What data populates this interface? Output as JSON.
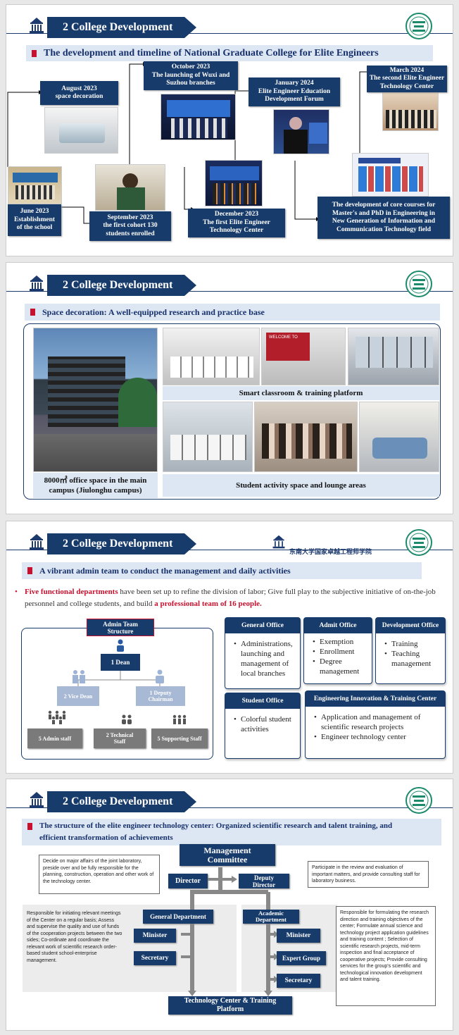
{
  "header": {
    "title": "2 College Development",
    "school_logo_text": "东南大学国家卓越工程师学院"
  },
  "slide1": {
    "subtitle": "The development and timeline of  National Graduate College for Elite Engineers",
    "milestones": [
      {
        "date": "June 2023",
        "l1": "Establishment",
        "l2": "of the school",
        "l3": ""
      },
      {
        "date": "August 2023",
        "l1": "space decoration",
        "l2": "",
        "l3": ""
      },
      {
        "date": "September 2023",
        "l1": "the first cohort 130",
        "l2": "students enrolled",
        "l3": ""
      },
      {
        "date": "October 2023",
        "l1": "The launching of Wuxi and",
        "l2": "Suzhou branches",
        "l3": ""
      },
      {
        "date": "December 2023",
        "l1": "The first Elite Engineer",
        "l2": "Technology Center",
        "l3": ""
      },
      {
        "date": "January 2024",
        "l1": "Elite Engineer Education",
        "l2": "Development Forum",
        "l3": ""
      },
      {
        "date": "March 2024",
        "l1": "The second Elite Engineer",
        "l2": "Technology Center",
        "l3": ""
      },
      {
        "date": "",
        "l1": "The development of  core courses for",
        "l2": "Master's and PhD in Engineering in",
        "l3": "New Generation of Information and",
        "l4": "Communication Technology field"
      }
    ]
  },
  "slide2": {
    "subtitle": "Space decoration: A well-equipped research and practice base",
    "main_caption_l1": "8000㎡ office space in the main",
    "main_caption_l2": "campus (Jiulonghu campus)",
    "smart_caption": "Smart classroom & training platform",
    "activity_caption": "Student activity space and lounge areas",
    "welcome_text": "WELCOME TO"
  },
  "slide3": {
    "subtitle": "A vibrant admin team to conduct the management and daily activities",
    "para_red1": "Five functional departments",
    "para_mid": " have been set up to refine the division of labor; Give full play to the subjective initiative of on-the-job personnel and college students, and build ",
    "para_red2": "a professional team of 16 people.",
    "admin_title_l1": "Admin Team",
    "admin_title_l2": "Structure",
    "dean": "1 Dean",
    "vice_dean": "2 Vice Dean",
    "deputy_l1": "1 Deputy",
    "deputy_l2": "Chairman",
    "staff_admin": "5 Admin staff",
    "staff_tech_l1": "2 Technical",
    "staff_tech_l2": "Staff",
    "staff_support": "5 Supporting Staff",
    "offices": [
      {
        "name": "General Office",
        "items": [
          "Administrations, launching and management of local branches"
        ]
      },
      {
        "name": "Admit Office",
        "items": [
          "Exemption",
          "Enrollment",
          "Degree management"
        ]
      },
      {
        "name": "Development Office",
        "items": [
          "Training",
          "Teaching management"
        ]
      },
      {
        "name": "Student Office",
        "items": [
          "Colorful student activities"
        ]
      },
      {
        "name": "Engineering Innovation & Training Center",
        "items": [
          "Application and management of scientific research projects",
          "Engineer technology center"
        ]
      }
    ]
  },
  "slide4": {
    "subtitle_l1": "The structure of the elite engineer technology center: Organized scientific research and talent training, and",
    "subtitle_l2": "efficient transformation of achievements",
    "mc_l1": "Management",
    "mc_l2": "Committee",
    "director": "Director",
    "deputy_l1": "Deputy",
    "deputy_l2": "Director",
    "general_dept": "General Department",
    "academic_l1": "Academic",
    "academic_l2": "Department",
    "minister": "Minister",
    "secretary": "Secretary",
    "expert_group": "Expert Group",
    "platform_l1": "Technology Center & Training",
    "platform_l2": "Platform",
    "desc_mc": "Decide on major affairs of the joint laboratory, preside over and be fully responsible for the planning, construction, operation and other work of the technology center.",
    "desc_deputy": "Participate in the review and evaluation of important matters, and provide consulting staff for laboratory business.",
    "desc_general": "Responsible for initiating relevant meetings of the Center on a regular basis; Assess and supervise the quality and use of funds of the cooperation projects between the two sides; Co-ordinate and coordinate the relevant work of scientific research order-based student school-enterprise management.",
    "desc_academic": "Responsible for formulating the research direction and training objectives of the center; Formulate annual science and technology project application guidelines and training content ; Selection of scientific research projects, mid-term inspection and final acceptance of cooperative projects; Provide consulting services for the group's scientific and technological innovation development and talent training."
  },
  "colors": {
    "navy": "#173b6b",
    "red": "#c8102e",
    "light_blue": "#dde7f3",
    "grey": "#7a7a7a",
    "emblem_green": "#1e8a6c"
  },
  "icons": [
    "building-logo-icon",
    "college-emblem-icon",
    "person-icon"
  ]
}
